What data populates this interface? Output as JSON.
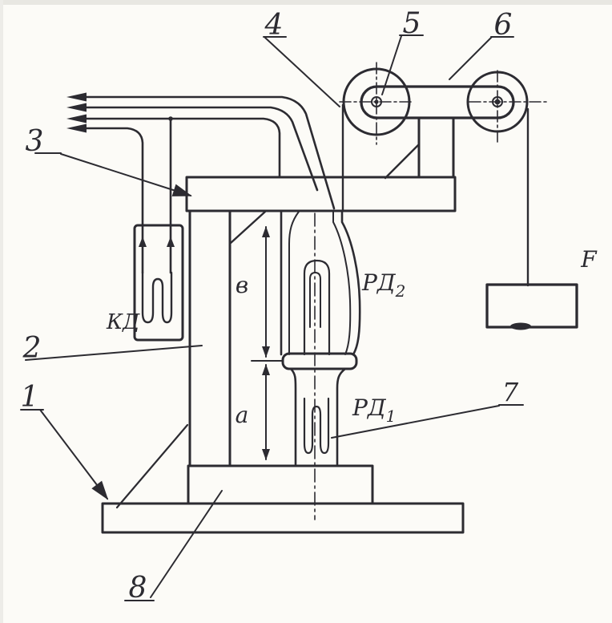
{
  "figure": {
    "kind": "hand-drawn technical schematic",
    "colors": {
      "ink": "#2c2b31",
      "paper": "#fcfbf7"
    }
  },
  "callouts": {
    "c1": "1",
    "c2": "2",
    "c3": "3",
    "c4": "4",
    "c5": "5",
    "c6": "6",
    "c7": "7",
    "c8": "8"
  },
  "annotations": {
    "kd": "КД",
    "rd_main": "РД",
    "rd1_sub": "1",
    "rd2_sub": "2",
    "force": "F",
    "zone_upper": "в",
    "zone_lower": "а"
  }
}
